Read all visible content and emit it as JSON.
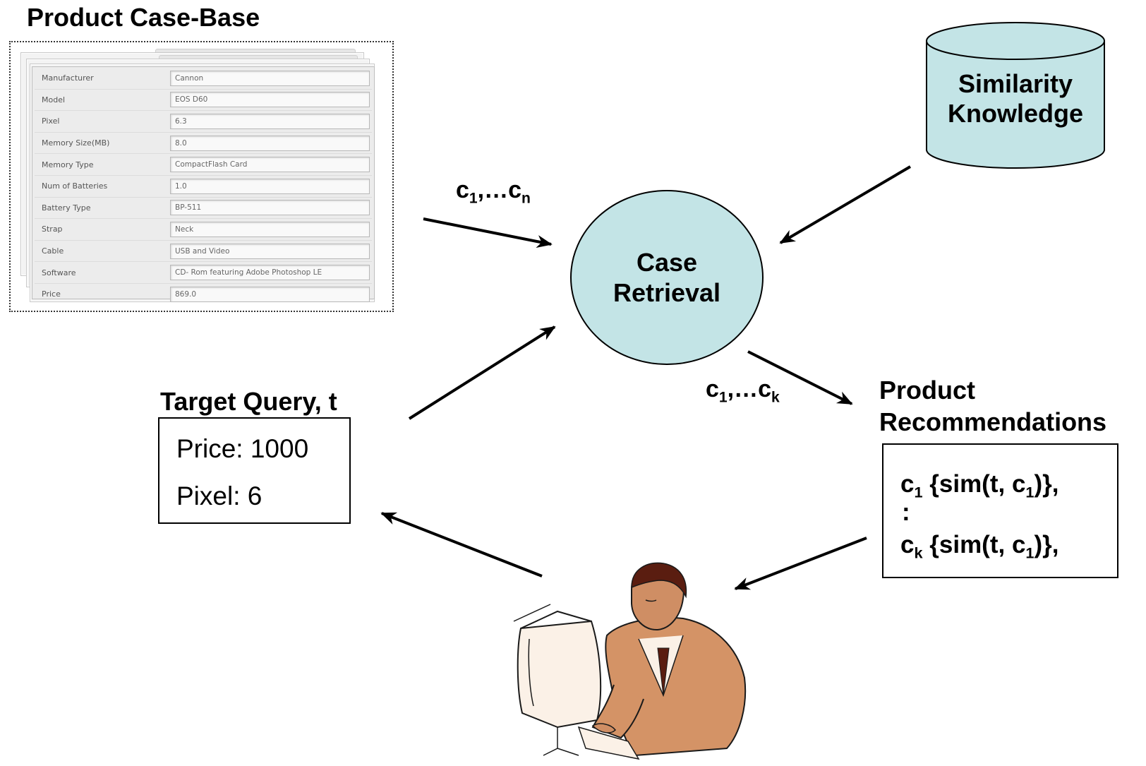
{
  "case_base": {
    "title": "Product Case-Base",
    "fields": [
      {
        "label": "Manufacturer",
        "value": "Cannon"
      },
      {
        "label": "Model",
        "value": "EOS D60"
      },
      {
        "label": "Pixel",
        "value": "6.3"
      },
      {
        "label": "Memory Size(MB)",
        "value": "8.0"
      },
      {
        "label": "Memory Type",
        "value": "CompactFlash Card"
      },
      {
        "label": "Num of Batteries",
        "value": "1.0"
      },
      {
        "label": "Battery Type",
        "value": "BP-511"
      },
      {
        "label": "Strap",
        "value": "Neck"
      },
      {
        "label": "Cable",
        "value": "USB and Video"
      },
      {
        "label": "Software",
        "value": "CD- Rom featuring Adobe Photoshop LE"
      },
      {
        "label": "Price",
        "value": "869.0"
      }
    ]
  },
  "similarity": {
    "line1": "Similarity",
    "line2": "Knowledge"
  },
  "retrieval": {
    "line1": "Case",
    "line2": "Retrieval"
  },
  "edge_in": {
    "base": "c",
    "sub1": "1",
    "dots": ",…c",
    "subn": "n"
  },
  "edge_out": {
    "base": "c",
    "sub1": "1",
    "dots": ",…c",
    "subk": "k"
  },
  "query": {
    "title": "Target Query, t",
    "line1": "Price: 1000",
    "line2": "Pixel: 6"
  },
  "recommendations": {
    "title_line1": "Product",
    "title_line2": "Recommendations",
    "r1_base": "c",
    "r1_sub": "1",
    "r1_text": " {sim(t, c",
    "r1_sub2": "1",
    "r1_end": ")},",
    "colon": ":",
    "r2_base": "c",
    "r2_sub": "k",
    "r2_text": " {sim(t, c",
    "r2_sub2": "1",
    "r2_end": ")},"
  },
  "colors": {
    "node_fill": "#c3e4e6",
    "skin": "#cf8e64",
    "hair": "#5a1d10"
  }
}
